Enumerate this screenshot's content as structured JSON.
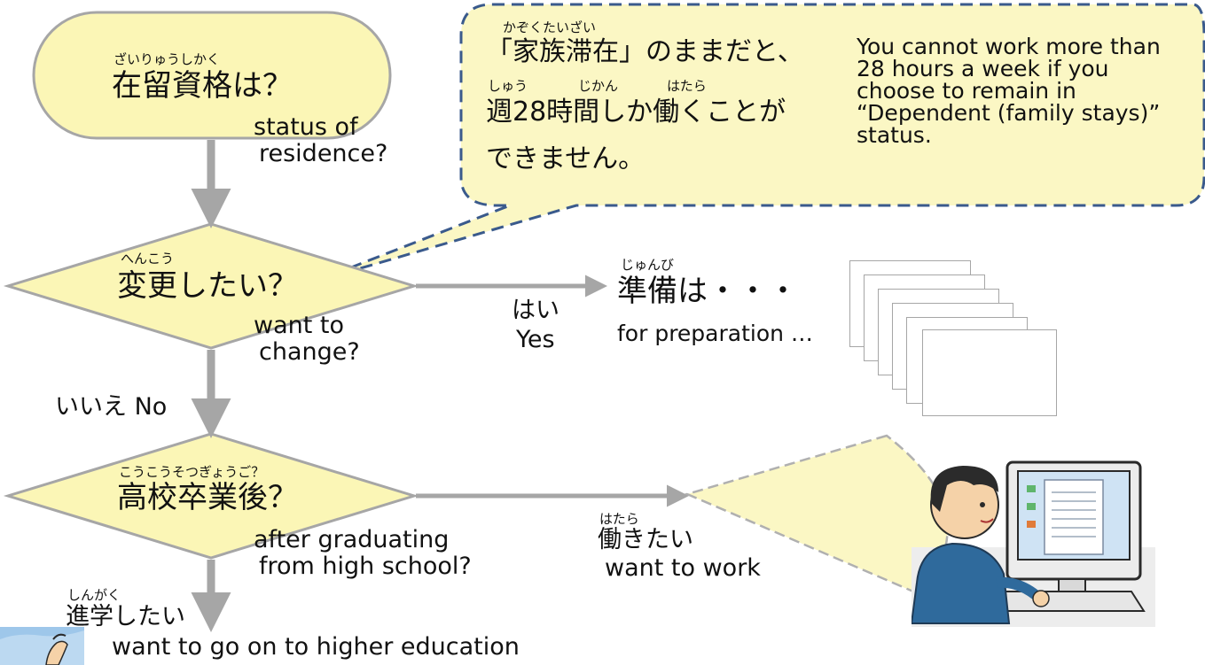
{
  "flow": {
    "status": {
      "ruby": "ざいりゅうしかく",
      "jp": "在留資格は？",
      "en_line1": "status of",
      "en_line2": "residence?"
    },
    "change": {
      "ruby": "へんこう",
      "jp": "変更したい？",
      "en_line1": "want to",
      "en_line2": "change?"
    },
    "graduation": {
      "ruby": "こうこうそつぎょうご？",
      "jp": "高校卒業後？",
      "en_line1": "after graduating",
      "en_line2": "from high school?"
    }
  },
  "branches": {
    "yes_jp": "はい",
    "yes_en": "Yes",
    "no": "いいえ No"
  },
  "preparation": {
    "ruby": "じゅんび",
    "jp": "準備は・・・",
    "en": "for preparation …"
  },
  "work": {
    "ruby": "はたら",
    "jp": "働きたい",
    "en": "want to work"
  },
  "study": {
    "ruby": "しんがく",
    "jp": "進学したい",
    "en": "want to go on to higher education"
  },
  "callout": {
    "ruby1": "かぞくたいざい",
    "jp_line1": "「家族滞在」のままだと、",
    "ruby2_a": "しゅう",
    "ruby2_b": "じかん",
    "ruby2_c": "はたら",
    "jp_line2": "週28時間しか働くことが",
    "jp_line3": "できません。",
    "en": "You cannot work more than 28 hours a week if you choose to remain in “Dependent (family stays)” status."
  },
  "colors": {
    "box_fill": "#fbf6b6",
    "box_stroke": "#a6a6a6",
    "arrow": "#a6a6a6",
    "callout_border": "#3a5a8c",
    "callout_fill": "#fbf7c4"
  }
}
